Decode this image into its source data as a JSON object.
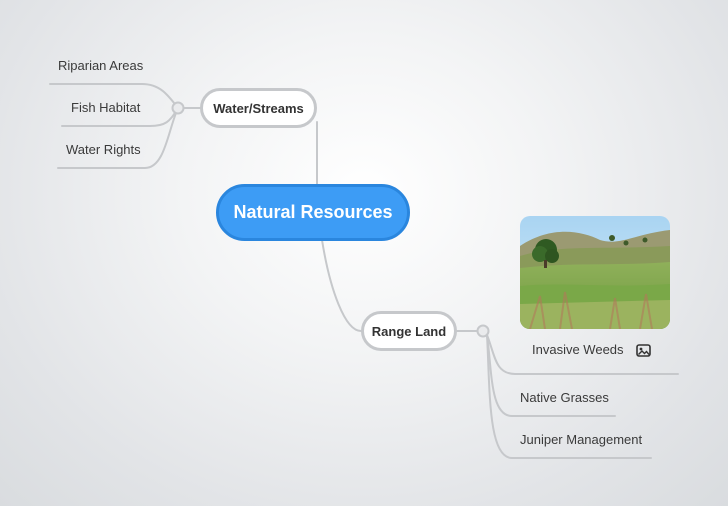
{
  "central": {
    "label": "Natural Resources"
  },
  "branches": [
    {
      "label": "Water/Streams",
      "children": [
        {
          "label": "Riparian Areas"
        },
        {
          "label": "Fish Habitat"
        },
        {
          "label": "Water Rights"
        }
      ]
    },
    {
      "label": "Range Land",
      "children": [
        {
          "label": "Invasive Weeds",
          "has_image": true,
          "icon": "image-icon"
        },
        {
          "label": "Native Grasses"
        },
        {
          "label": "Juniper Management"
        }
      ]
    }
  ],
  "colors": {
    "central_fill": "#3d9cf5",
    "central_border": "#2a86de",
    "connector": "#c6c8cb"
  }
}
